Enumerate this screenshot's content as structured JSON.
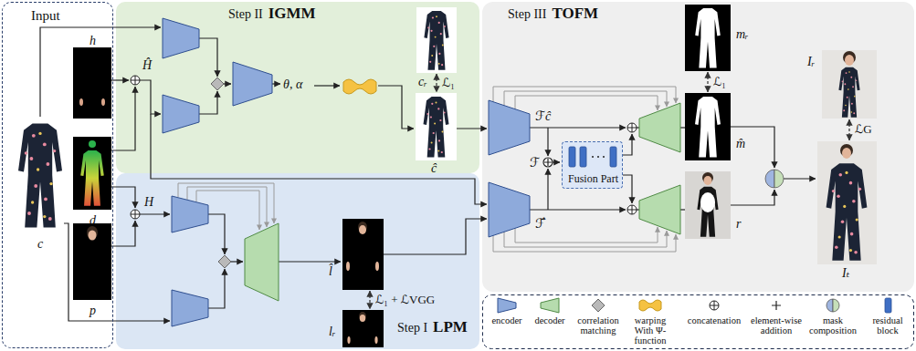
{
  "diagram": {
    "nodes": [
      {
        "text": [
          "Input"
        ]
      },
      {
        "text": [
          "c"
        ],
        "in": 0
      },
      {
        "text": [
          "h"
        ],
        "in": 0
      },
      {
        "text": [
          "d"
        ],
        "in": 0
      },
      {
        "text": [
          "p"
        ],
        "in": 0
      },
      {
        "text": [
          "Step II",
          "IGMM"
        ]
      },
      {
        "text": [
          "cᵣ"
        ],
        "in": 5
      },
      {
        "text": [
          "ĉ"
        ],
        "in": 5
      },
      {
        "text": [
          "Step III",
          "TOFM"
        ]
      },
      {
        "text": [
          "mᵣ"
        ],
        "in": 8
      },
      {
        "text": [
          "Fusion Part"
        ],
        "in": 8
      },
      {
        "text": [
          "m̂"
        ],
        "in": 8
      },
      {
        "text": [
          "r"
        ],
        "in": 8
      },
      {
        "text": [
          "Iᵣ"
        ],
        "in": 8
      },
      {
        "text": [
          "Iₜ"
        ],
        "in": 8
      },
      {
        "text": [
          "Step I",
          "LPM"
        ]
      },
      {
        "text": [
          "l̂"
        ],
        "in": 15
      },
      {
        "text": [
          "lᵣ"
        ],
        "in": 15
      }
    ],
    "edges": [
      {
        "from": 6,
        "to": 7,
        "arrow": "both",
        "label": "ℒ₁"
      },
      {
        "from": 16,
        "to": 17,
        "arrow": "both",
        "label": "ℒ₁ + ℒVGG"
      },
      {
        "from": 9,
        "to": 11,
        "arrow": "both",
        "label": "ℒ₁"
      },
      {
        "from": 13,
        "to": 14,
        "arrow": "both",
        "label": "ℒG"
      }
    ],
    "labels": [
      "Ĥ",
      "H",
      "θ, α",
      "ℱĉ",
      "ℱ",
      "ℱ̂"
    ],
    "legend": [
      {
        "text": "encoder"
      },
      {
        "text": "decoder"
      },
      {
        "text": "correlation matching"
      },
      {
        "text": "warping With Ψ-function"
      },
      {
        "text": "concatenation"
      },
      {
        "text": "element-wise addition"
      },
      {
        "text": "mask composition"
      },
      {
        "text": "residual block"
      }
    ]
  }
}
